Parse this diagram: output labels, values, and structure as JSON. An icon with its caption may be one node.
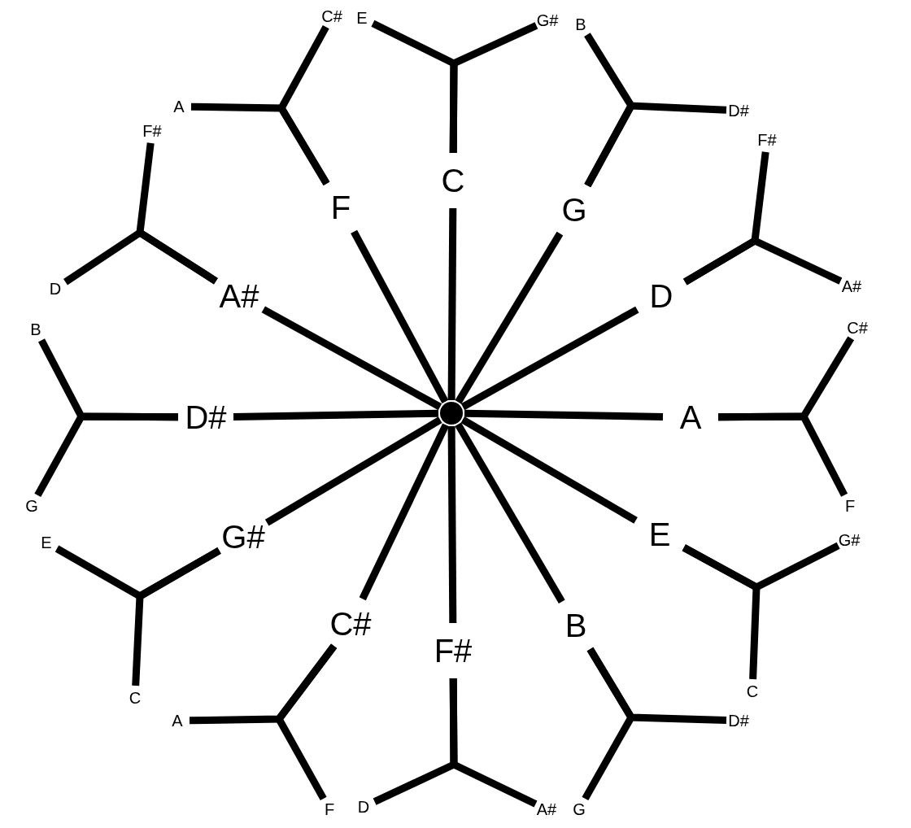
{
  "diagram": {
    "nodes": [
      {
        "text": [],
        "shape": "circle"
      },
      {
        "text": [
          "C"
        ]
      },
      {
        "text": [
          "G"
        ]
      },
      {
        "text": [
          "D"
        ]
      },
      {
        "text": [
          "A"
        ]
      },
      {
        "text": [
          "E"
        ]
      },
      {
        "text": [
          "B"
        ]
      },
      {
        "text": [
          "F#"
        ]
      },
      {
        "text": [
          "C#"
        ]
      },
      {
        "text": [
          "G#"
        ]
      },
      {
        "text": [
          "D#"
        ]
      },
      {
        "text": [
          "A#"
        ]
      },
      {
        "text": [
          "F"
        ]
      },
      {
        "text": [
          "E"
        ]
      },
      {
        "text": [
          "G#"
        ]
      },
      {
        "text": [
          "B"
        ]
      },
      {
        "text": [
          "D#"
        ]
      },
      {
        "text": [
          "F#"
        ]
      },
      {
        "text": [
          "A#"
        ]
      },
      {
        "text": [
          "C#"
        ]
      },
      {
        "text": [
          "F"
        ]
      },
      {
        "text": [
          "G#"
        ]
      },
      {
        "text": [
          "C"
        ]
      },
      {
        "text": [
          "D#"
        ]
      },
      {
        "text": [
          "G"
        ]
      },
      {
        "text": [
          "D"
        ]
      },
      {
        "text": [
          "A#"
        ]
      },
      {
        "text": [
          "A"
        ]
      },
      {
        "text": [
          "F"
        ]
      },
      {
        "text": [
          "E"
        ]
      },
      {
        "text": [
          "C"
        ]
      },
      {
        "text": [
          "B"
        ]
      },
      {
        "text": [
          "G"
        ]
      },
      {
        "text": [
          "F#"
        ]
      },
      {
        "text": [
          "D"
        ]
      },
      {
        "text": [
          "A"
        ]
      },
      {
        "text": [
          "C#"
        ]
      }
    ],
    "edges": [
      {
        "from": 0,
        "to": 1,
        "arrow": "none"
      },
      {
        "from": 0,
        "to": 2,
        "arrow": "none"
      },
      {
        "from": 0,
        "to": 3,
        "arrow": "none"
      },
      {
        "from": 0,
        "to": 4,
        "arrow": "none"
      },
      {
        "from": 0,
        "to": 5,
        "arrow": "none"
      },
      {
        "from": 0,
        "to": 6,
        "arrow": "none"
      },
      {
        "from": 0,
        "to": 7,
        "arrow": "none"
      },
      {
        "from": 0,
        "to": 8,
        "arrow": "none"
      },
      {
        "from": 0,
        "to": 9,
        "arrow": "none"
      },
      {
        "from": 0,
        "to": 10,
        "arrow": "none"
      },
      {
        "from": 0,
        "to": 11,
        "arrow": "none"
      },
      {
        "from": 0,
        "to": 12,
        "arrow": "none"
      },
      {
        "from": 1,
        "to": 13,
        "arrow": "none"
      },
      {
        "from": 1,
        "to": 14,
        "arrow": "none"
      },
      {
        "from": 2,
        "to": 15,
        "arrow": "none"
      },
      {
        "from": 2,
        "to": 16,
        "arrow": "none"
      },
      {
        "from": 3,
        "to": 17,
        "arrow": "none"
      },
      {
        "from": 3,
        "to": 18,
        "arrow": "none"
      },
      {
        "from": 4,
        "to": 19,
        "arrow": "none"
      },
      {
        "from": 4,
        "to": 20,
        "arrow": "none"
      },
      {
        "from": 5,
        "to": 21,
        "arrow": "none"
      },
      {
        "from": 5,
        "to": 22,
        "arrow": "none"
      },
      {
        "from": 6,
        "to": 23,
        "arrow": "none"
      },
      {
        "from": 6,
        "to": 24,
        "arrow": "none"
      },
      {
        "from": 7,
        "to": 25,
        "arrow": "none"
      },
      {
        "from": 7,
        "to": 26,
        "arrow": "none"
      },
      {
        "from": 8,
        "to": 27,
        "arrow": "none"
      },
      {
        "from": 8,
        "to": 28,
        "arrow": "none"
      },
      {
        "from": 9,
        "to": 29,
        "arrow": "none"
      },
      {
        "from": 9,
        "to": 30,
        "arrow": "none"
      },
      {
        "from": 10,
        "to": 31,
        "arrow": "none"
      },
      {
        "from": 10,
        "to": 32,
        "arrow": "none"
      },
      {
        "from": 11,
        "to": 33,
        "arrow": "none"
      },
      {
        "from": 11,
        "to": 34,
        "arrow": "none"
      },
      {
        "from": 12,
        "to": 35,
        "arrow": "none"
      },
      {
        "from": 12,
        "to": 36,
        "arrow": "none"
      }
    ]
  }
}
